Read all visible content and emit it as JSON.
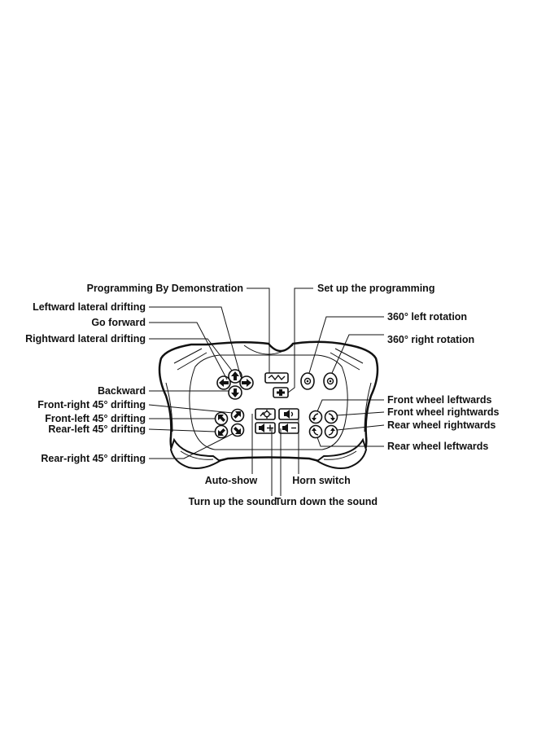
{
  "labels": {
    "programming_by_demonstration": "Programming By Demonstration",
    "set_up_programming": "Set up the programming",
    "leftward_lateral_drifting": "Leftward lateral drifting",
    "go_forward": "Go forward",
    "rightward_lateral_drifting": "Rightward lateral drifting",
    "left_rotation_360": "360° left rotation",
    "right_rotation_360": "360° right rotation",
    "backward": "Backward",
    "front_right_45": "Front-right 45° drifting",
    "front_left_45": "Front-left 45° drifting",
    "rear_left_45": "Rear-left 45° drifting",
    "rear_right_45": "Rear-right 45° drifting",
    "front_wheel_leftwards": "Front wheel leftwards",
    "front_wheel_rightwards": "Front wheel rightwards",
    "rear_wheel_rightwards": "Rear wheel rightwards",
    "rear_wheel_leftwards": "Rear wheel leftwards",
    "auto_show": "Auto-show",
    "horn_switch": "Horn switch",
    "turn_up_sound": "Turn up the sound",
    "turn_down_sound": "Turn down the sound"
  },
  "icons": {
    "direction_arrows": "arrow-icon",
    "drift_arrows": "diagonal-arrow-icon",
    "rotation": "rotation-icon",
    "program": "program-icon",
    "auto_show": "gear-icon",
    "horn": "speaker-icon",
    "volume_up": "speaker-plus-icon",
    "volume_down": "speaker-minus-icon",
    "wheel": "curved-arrow-icon"
  },
  "colors": {
    "ink": "#111111",
    "background": "#ffffff"
  }
}
